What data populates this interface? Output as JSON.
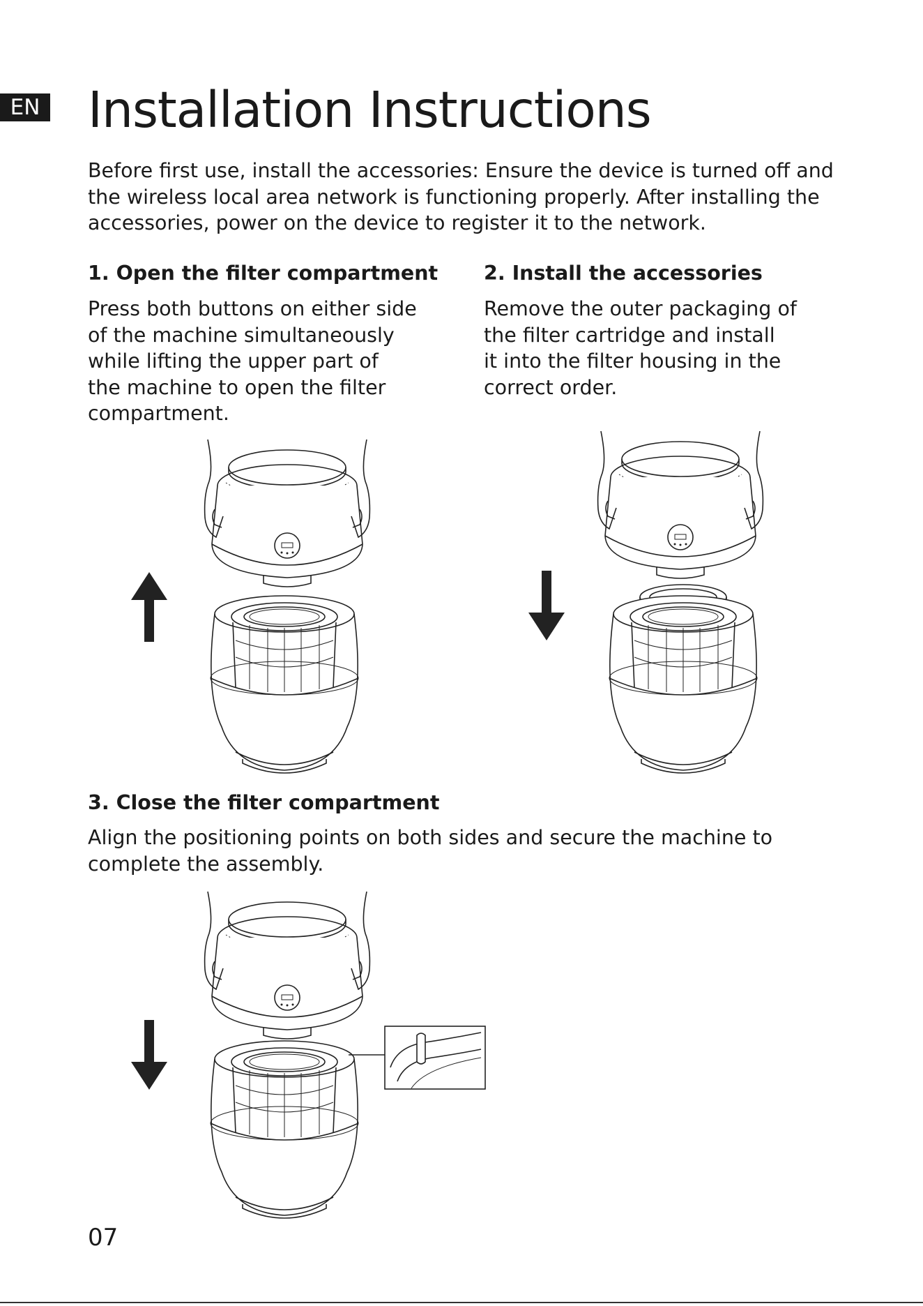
{
  "language_tab": "EN",
  "title": "Installation Instructions",
  "intro": [
    "Before first use, install the accessories: Ensure the device is turned off and",
    "the wireless local area network is functioning properly. After installing the",
    "accessories, power on the device to register it to the network."
  ],
  "steps": [
    {
      "heading": "1. Open the filter compartment",
      "lines": [
        "Press both buttons on either side",
        "of the machine simultaneously",
        "while lifting the upper part of",
        "the machine to open the filter",
        "compartment."
      ],
      "arrow_direction": "up"
    },
    {
      "heading": "2. Install the accessories",
      "lines": [
        "Remove the outer packaging of",
        "the filter cartridge and install",
        "it into the filter housing in the",
        "correct order."
      ],
      "arrow_direction": "down"
    },
    {
      "heading": "3. Close the filter compartment",
      "lines": [
        "Align the positioning points on both sides and secure the machine to",
        "complete the assembly."
      ],
      "arrow_direction": "down"
    }
  ],
  "page_number": "07"
}
